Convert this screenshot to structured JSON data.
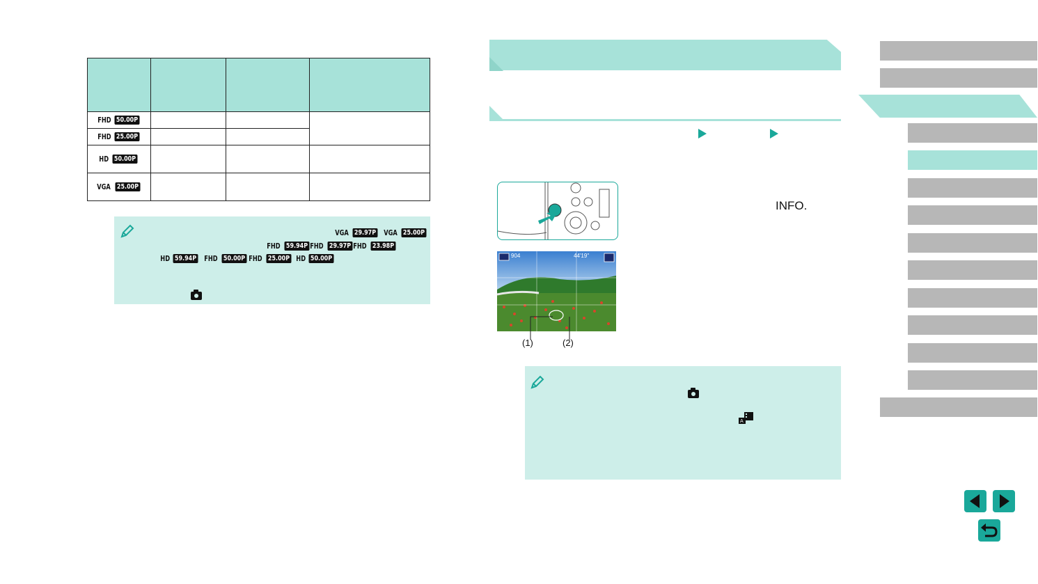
{
  "table": {
    "rows": [
      {
        "res": "FHD",
        "rate": "50.00P"
      },
      {
        "res": "FHD",
        "rate": "25.00P"
      },
      {
        "res": "HD",
        "rate": "50.00P"
      },
      {
        "res": "VGA",
        "rate": "25.00P"
      }
    ]
  },
  "note1": {
    "chips": [
      {
        "res": "VGA",
        "rate": "29.97P"
      },
      {
        "res": "VGA",
        "rate": "25.00P"
      },
      {
        "res": "FHD",
        "rate": "59.94P"
      },
      {
        "res": "FHD",
        "rate": "29.97P"
      },
      {
        "res": "FHD",
        "rate": "23.98P"
      },
      {
        "res": "HD",
        "rate": "59.94P"
      },
      {
        "res": "FHD",
        "rate": "50.00P"
      },
      {
        "res": "FHD",
        "rate": "25.00P"
      },
      {
        "res": "HD",
        "rate": "50.00P"
      }
    ]
  },
  "step": {
    "info_label": "INFO.",
    "callout1": "(1)",
    "callout2": "(2)"
  },
  "lcd": {
    "shots": "904",
    "time": "44'19\""
  },
  "colors": {
    "accent": "#1aa89a",
    "heading_fill": "#a7e2d9",
    "note_fill": "#cdeee9",
    "sidebar_gray": "#b7b7b7"
  },
  "icons": {
    "note": "pencil-icon",
    "camera": "camera-icon",
    "prev": "prev-page-icon",
    "next": "next-page-icon",
    "back": "return-icon"
  }
}
